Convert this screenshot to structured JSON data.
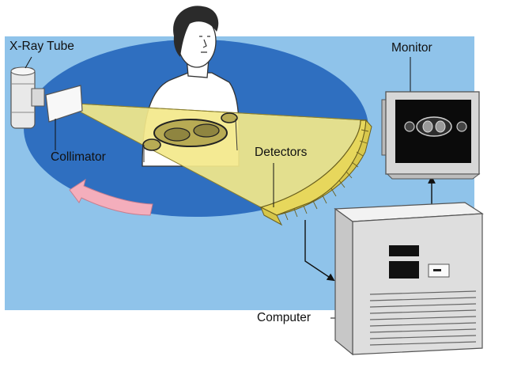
{
  "labels": {
    "xray_tube": "X-Ray Tube",
    "collimator": "Collimator",
    "detectors": "Detectors",
    "monitor": "Monitor",
    "computer": "Computer"
  },
  "colors": {
    "background_panel": "#8fc3ea",
    "gantry_ellipse": "#2f6fc0",
    "xray_beam": "#f3e88a",
    "detector_arc": "#e7d75c",
    "rotation_arrow": "#f4aebc",
    "computer_case": "#e6e6e6",
    "monitor_screen": "#0b0b0b"
  }
}
